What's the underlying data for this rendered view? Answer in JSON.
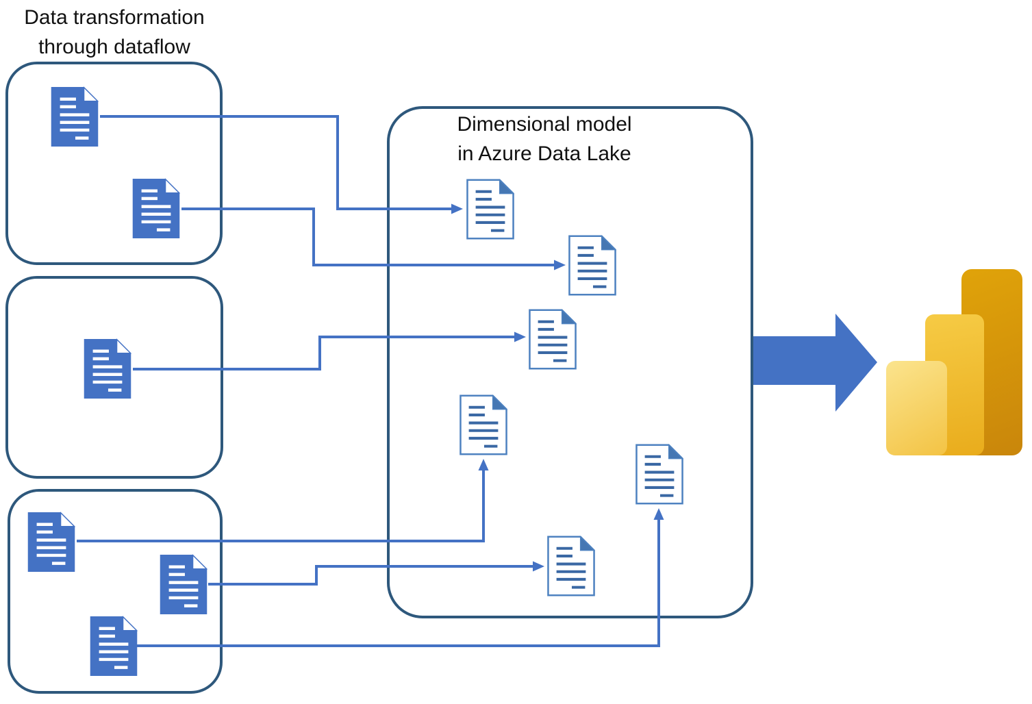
{
  "titles": {
    "left_line1": "Data transformation",
    "left_line2": "through dataflow",
    "model_line1": "Dimensional model",
    "model_line2": "in Azure Data Lake"
  },
  "colors": {
    "accent_blue": "#4472C4",
    "box_border": "#2E587C",
    "outline_doc_border": "#4E82C0",
    "outline_doc_lines": "#3A68A4",
    "outline_doc_fold": "#4577B3",
    "powerbi_amber_top": "#E0A30A",
    "powerbi_amber_bottom": "#C9860B",
    "powerbi_gold_top": "#F6CB45",
    "powerbi_gold_bottom": "#E9AC1C",
    "powerbi_light_top": "#FBE48E",
    "powerbi_light_bottom": "#F3C344"
  },
  "icons": {
    "source_document": "document-icon",
    "model_document": "document-outline-icon",
    "connector": "arrow-right-icon",
    "output_flow": "big-right-arrow-icon",
    "output_logo": "powerbi-logo"
  },
  "diagram": {
    "source_groups": [
      {
        "id": "group-1",
        "documents": [
          "s1",
          "s2"
        ]
      },
      {
        "id": "group-2",
        "documents": [
          "s3"
        ]
      },
      {
        "id": "group-3",
        "documents": [
          "s4",
          "s5",
          "s6"
        ]
      }
    ],
    "model_documents": [
      "m1",
      "m2",
      "m3",
      "m4",
      "m5",
      "m6"
    ],
    "connections": [
      {
        "from": "s1",
        "to": "m1"
      },
      {
        "from": "s2",
        "to": "m2"
      },
      {
        "from": "s3",
        "to": "m3"
      },
      {
        "from": "s4",
        "to": "m4"
      },
      {
        "from": "s5",
        "to": "m6"
      },
      {
        "from": "s6",
        "to": "m5"
      }
    ],
    "output": "power-bi"
  }
}
